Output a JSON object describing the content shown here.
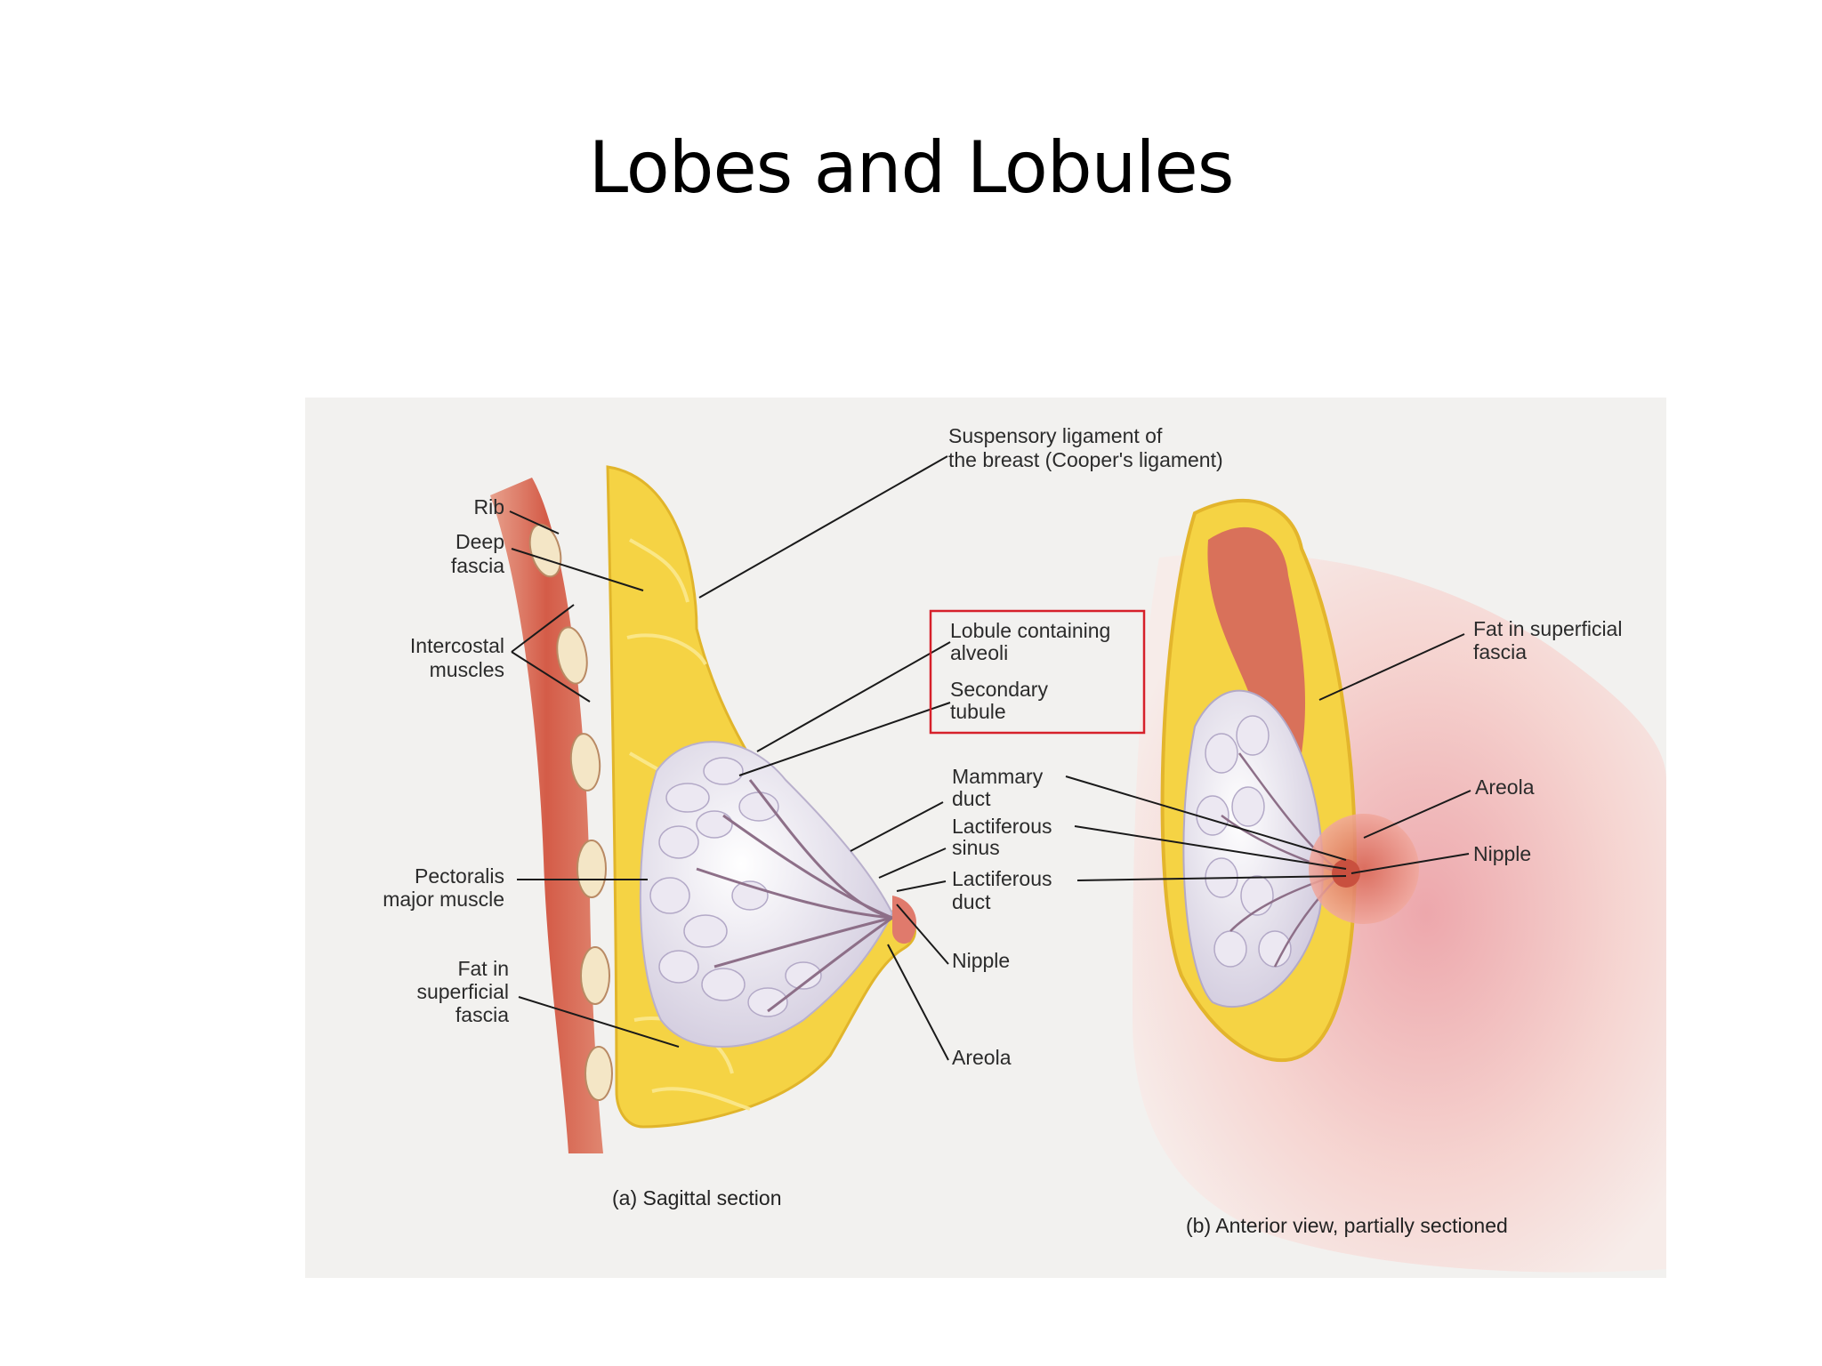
{
  "slide": {
    "title": "Lobes and Lobules"
  },
  "figure_a": {
    "caption": "(a)  Sagittal section",
    "labels": {
      "rib": "Rib",
      "deep_fascia": [
        "Deep",
        "fascia"
      ],
      "intercostal_muscles": [
        "Intercostal",
        "muscles"
      ],
      "pectoralis_major": [
        "Pectoralis",
        "major muscle"
      ],
      "fat_superficial": [
        "Fat in",
        "superficial",
        "fascia"
      ],
      "suspensory_ligament": [
        "Suspensory ligament of",
        "the breast (Cooper's ligament)"
      ],
      "lobule_alveoli": [
        "Lobule containing",
        "alveoli"
      ],
      "secondary_tubule": [
        "Secondary",
        "tubule"
      ],
      "mammary_duct": [
        "Mammary",
        "duct"
      ],
      "lactiferous_sinus": [
        "Lactiferous",
        "sinus"
      ],
      "lactiferous_duct": [
        "Lactiferous",
        "duct"
      ],
      "nipple": "Nipple",
      "areola": "Areola"
    }
  },
  "figure_b": {
    "caption": "(b)  Anterior view, partially sectioned",
    "labels": {
      "fat_superficial": [
        "Fat in superficial",
        "fascia"
      ],
      "areola": "Areola",
      "nipple": "Nipple"
    }
  },
  "colors": {
    "highlight_box": "#d6202a",
    "fat": "#f7d84a",
    "muscle": "#d9715a",
    "lobule": "#e6e2ee",
    "skin": "#f3c9c4"
  }
}
